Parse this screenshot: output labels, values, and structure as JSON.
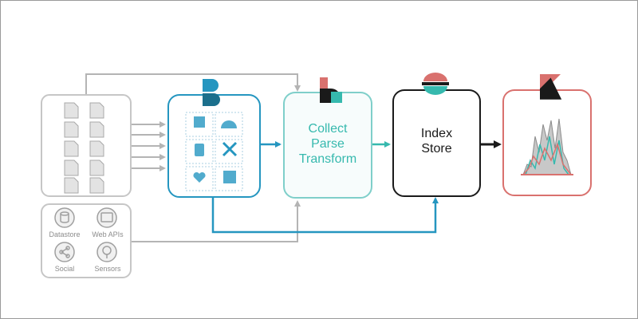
{
  "logstash": {
    "lines": [
      "Collect",
      "Parse",
      "Transform"
    ]
  },
  "elasticsearch": {
    "lines": [
      "Index",
      "Store"
    ]
  },
  "sources": {
    "items": [
      {
        "label": "Datastore",
        "icon": "database-icon"
      },
      {
        "label": "Web APIs",
        "icon": "browser-icon"
      },
      {
        "label": "Social",
        "icon": "share-icon"
      },
      {
        "label": "Sensors",
        "icon": "sensor-icon"
      }
    ]
  },
  "colors": {
    "gray": "#b4b4b4",
    "beats": "#2596c0",
    "logstash": "#7fcfca",
    "logstash_text": "#36b9ae",
    "elasticsearch": "#1a1a1a",
    "kibana": "#d9716e",
    "file_fill": "#e3e3e3"
  }
}
